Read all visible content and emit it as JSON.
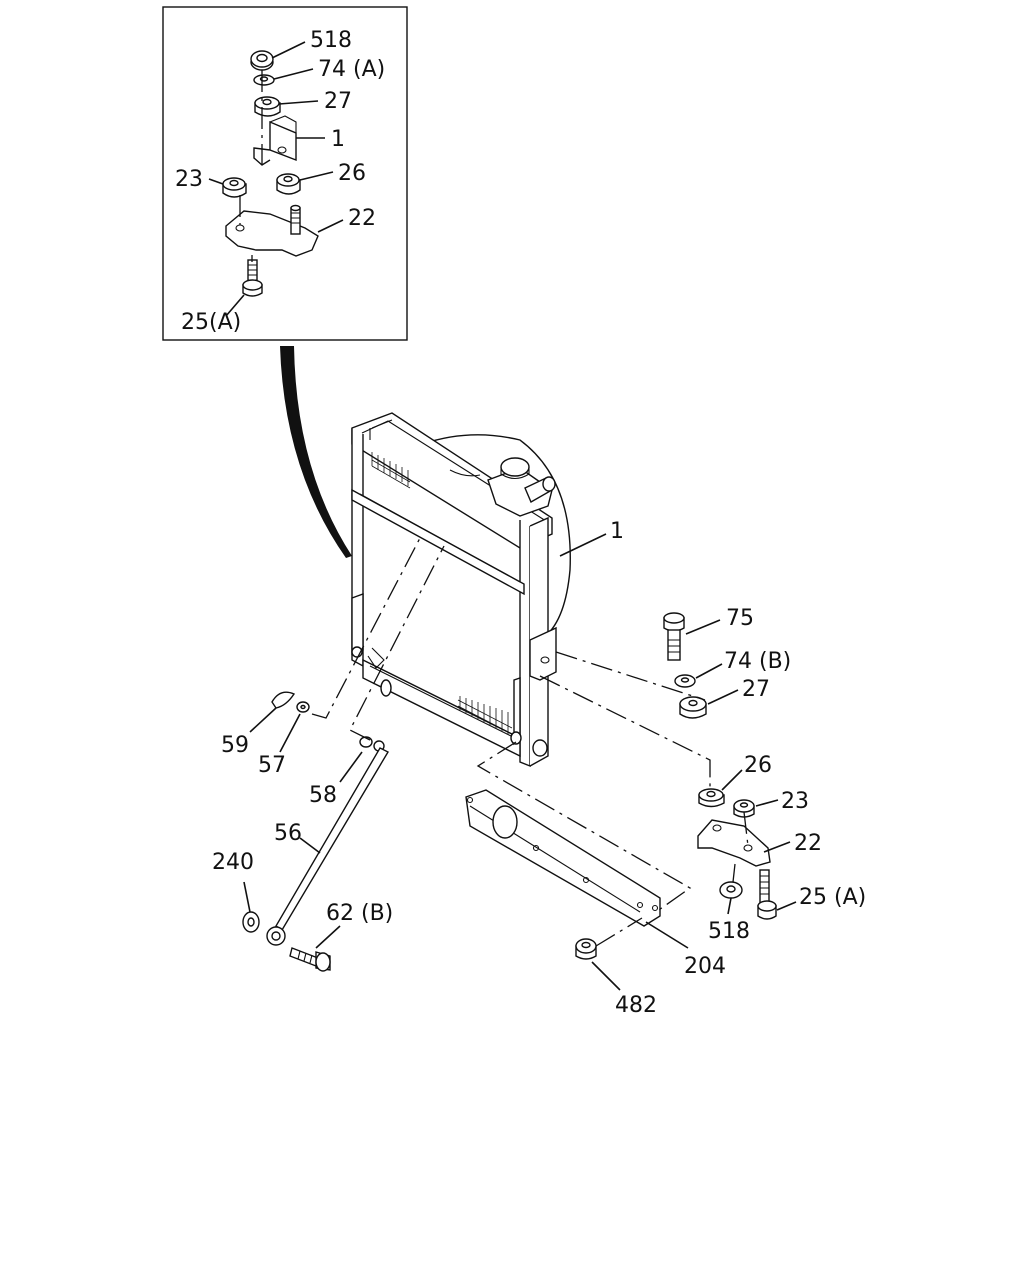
{
  "labels": {
    "inset_518": "518",
    "inset_74a": "74 (A)",
    "inset_27": "27",
    "inset_1": "1",
    "inset_23": "23",
    "inset_26": "26",
    "inset_22": "22",
    "inset_25a": "25(A)",
    "main_1": "1",
    "main_75": "75",
    "main_74b": "74 (B)",
    "main_27": "27",
    "main_26": "26",
    "main_23": "23",
    "main_22": "22",
    "main_25a": "25 (A)",
    "main_518": "518",
    "main_204": "204",
    "main_482": "482",
    "main_59": "59",
    "main_57": "57",
    "main_58": "58",
    "main_56": "56",
    "main_240": "240",
    "main_62b": "62 (B)"
  }
}
